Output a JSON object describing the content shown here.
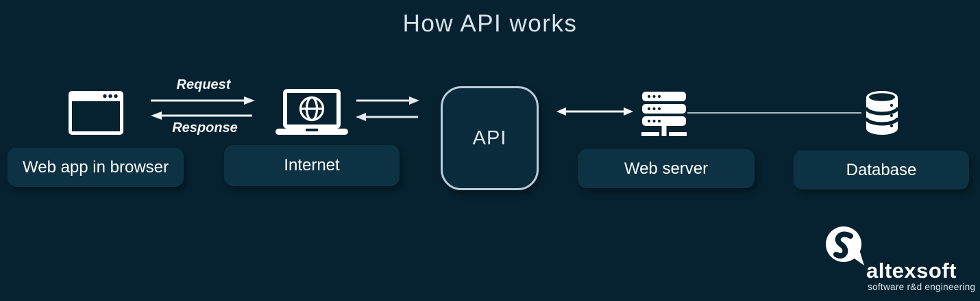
{
  "title": "How API works",
  "nodes": [
    {
      "id": "webapp",
      "label": "Web app in browser",
      "icon": "browser-icon"
    },
    {
      "id": "internet",
      "label": "Internet",
      "icon": "laptop-globe-icon"
    },
    {
      "id": "api",
      "label": "API",
      "icon": "none"
    },
    {
      "id": "webserver",
      "label": "Web server",
      "icon": "server-icon"
    },
    {
      "id": "database",
      "label": "Database",
      "icon": "database-icon"
    }
  ],
  "edges": {
    "request_label": "Request",
    "response_label": "Response"
  },
  "logo": {
    "name": "altexsoft",
    "tagline": "software r&d engineering"
  },
  "colors": {
    "background": "#062230",
    "label_box": "#0d3243",
    "api_fill": "#0a2b3b",
    "api_border": "#b9ccdb",
    "text_light": "#d9e3ec",
    "arrow": "#eef3f6",
    "white": "#ffffff"
  }
}
